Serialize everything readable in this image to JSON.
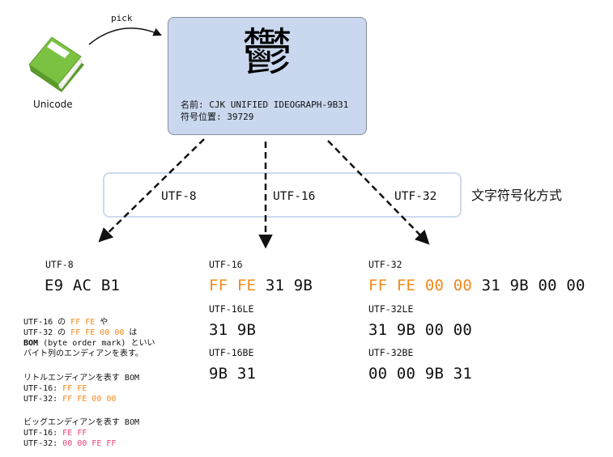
{
  "source": {
    "label": "Unicode",
    "arrow_label": "pick"
  },
  "character": {
    "glyph": "鬱",
    "name_line": "名前: CJK UNIFIED IDEOGRAPH-9B31",
    "codepoint_line": "符号位置: 39729"
  },
  "encodings_title": "文字符号化方式",
  "encodings": [
    {
      "label": "UTF-8"
    },
    {
      "label": "UTF-16"
    },
    {
      "label": "UTF-32"
    }
  ],
  "utf8": {
    "label": "UTF-8",
    "bytes": "E9 AC B1"
  },
  "utf16": {
    "label": "UTF-16",
    "bom": "FF FE",
    "rest": "31 9B",
    "le_label": "UTF-16LE",
    "le_bytes": "31 9B",
    "be_label": "UTF-16BE",
    "be_bytes": "9B 31"
  },
  "utf32": {
    "label": "UTF-32",
    "bom": "FF FE 00 00",
    "rest": "31 9B 00 00",
    "le_label": "UTF-32LE",
    "le_bytes": "31 9B 00 00",
    "be_label": "UTF-32BE",
    "be_bytes": "00 00 9B 31"
  },
  "notes": {
    "line1_a": "UTF-16 の ",
    "line1_bom": "FF FE",
    "line1_b": " や",
    "line2_a": "UTF-32 の ",
    "line2_bom": "FF FE 00 00",
    "line2_b": " は",
    "line3_bold": "BOM",
    "line3_rest": " (byte order mark) といい",
    "line4": "バイト列のエンディアンを表す。",
    "little_title": "リトルエンディアンを表す BOM",
    "little_16_label": "UTF-16: ",
    "little_16_bom": "FF FE",
    "little_32_label": "UTF-32: ",
    "little_32_bom": "FF FE 00 00",
    "big_title": "ビッグエンディアンを表す BOM",
    "big_16_label": "UTF-16: ",
    "big_16_bom": "FE FF",
    "big_32_label": "UTF-32: ",
    "big_32_bom": "00 00 FE FF"
  },
  "colors": {
    "card_fill": "#c9d8ee",
    "frame_border": "#ccdaf0",
    "bom_orange": "#f08a1c",
    "bom_pink": "#e8437e",
    "book_green": "#7cc242"
  }
}
